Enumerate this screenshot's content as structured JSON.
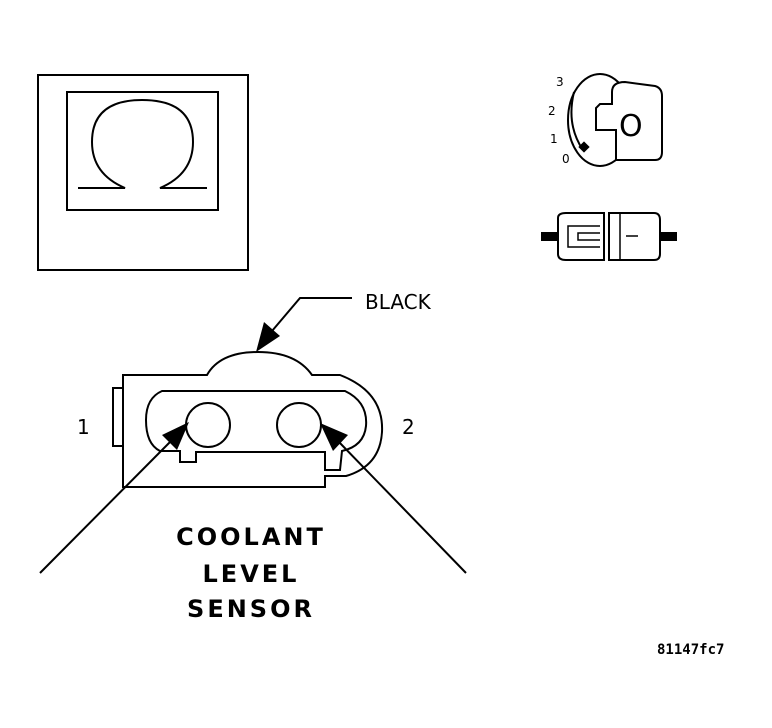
{
  "meter_symbol": "ohm-icon",
  "ignition": {
    "positions": [
      "3",
      "2",
      "1",
      "0"
    ],
    "key_letter": "O"
  },
  "connector": {
    "color_label": "BLACK",
    "pin_1": "1",
    "pin_2": "2"
  },
  "title_lines": [
    "COOLANT",
    "LEVEL",
    "SENSOR"
  ],
  "figure_code": "81147fc7"
}
